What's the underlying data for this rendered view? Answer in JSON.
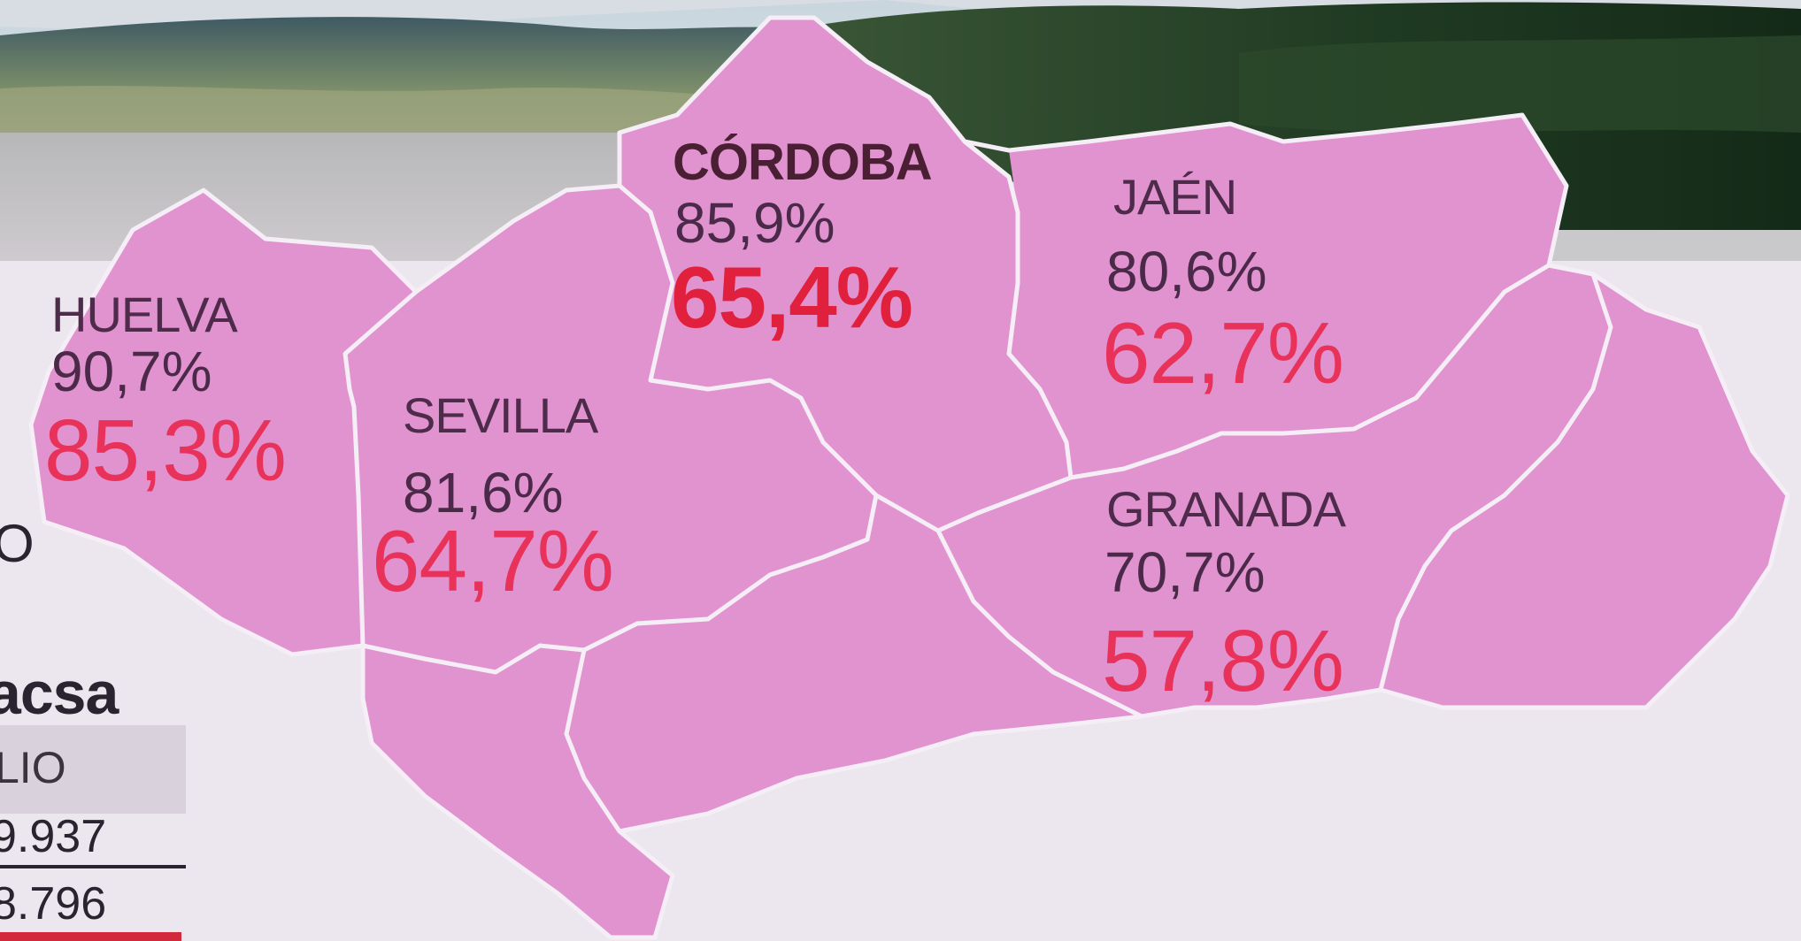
{
  "provinces": [
    {
      "name": "HUELVA",
      "pct_a": "90,7%",
      "pct_b": "85,3%"
    },
    {
      "name": "SEVILLA",
      "pct_a": "81,6%",
      "pct_b": "64,7%"
    },
    {
      "name": "CÓRDOBA",
      "pct_a": "85,9%",
      "pct_b": "65,4%"
    },
    {
      "name": "JAÉN",
      "pct_a": "80,6%",
      "pct_b": "62,7%"
    },
    {
      "name": "GRANADA",
      "pct_a": "70,7%",
      "pct_b": "57,8%"
    }
  ],
  "side_panel": {
    "fragment_letter": "O",
    "fragment_title": "acsa",
    "fragment_sub": "LIO",
    "value_1": "9.937",
    "value_2": "8.796"
  },
  "colors": {
    "region_fill": "#e093cf",
    "region_border": "#f6eef6",
    "pct_a": "#4a2a48",
    "pct_b": "#e8325a"
  }
}
